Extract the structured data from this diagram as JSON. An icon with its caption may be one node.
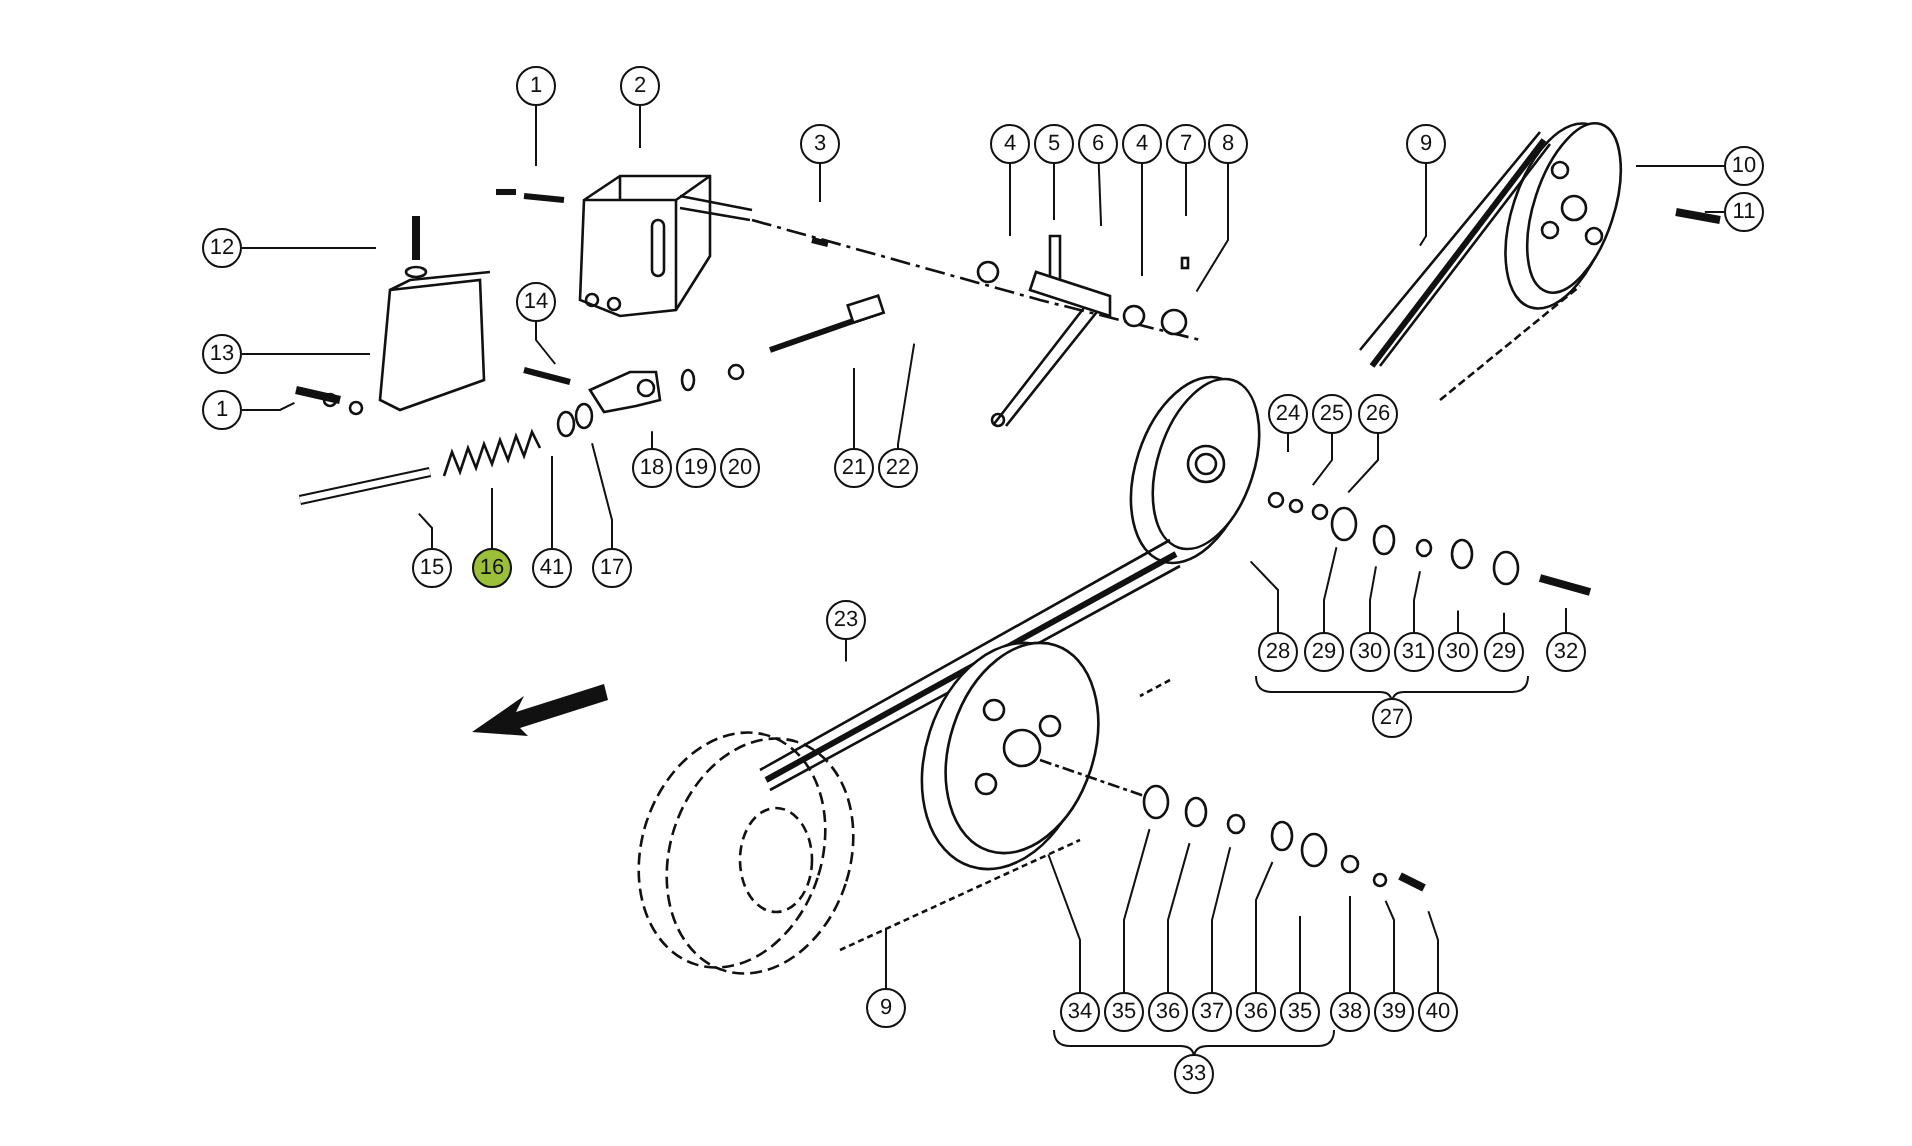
{
  "diagram": {
    "nodes": [
      {
        "text": [
          "1"
        ]
      },
      {
        "text": [
          "2"
        ]
      },
      {
        "text": [
          "3"
        ]
      },
      {
        "text": [
          "4"
        ]
      },
      {
        "text": [
          "5"
        ]
      },
      {
        "text": [
          "6"
        ]
      },
      {
        "text": [
          "4"
        ]
      },
      {
        "text": [
          "7"
        ]
      },
      {
        "text": [
          "8"
        ]
      },
      {
        "text": [
          "9"
        ]
      },
      {
        "text": [
          "10"
        ]
      },
      {
        "text": [
          "11"
        ]
      },
      {
        "text": [
          "12"
        ]
      },
      {
        "text": [
          "13"
        ]
      },
      {
        "text": [
          "14"
        ]
      },
      {
        "text": [
          "1"
        ]
      },
      {
        "text": [
          "15"
        ]
      },
      {
        "text": [
          "16"
        ]
      },
      {
        "text": [
          "41"
        ]
      },
      {
        "text": [
          "17"
        ]
      },
      {
        "text": [
          "18"
        ]
      },
      {
        "text": [
          "19"
        ]
      },
      {
        "text": [
          "20"
        ]
      },
      {
        "text": [
          "21"
        ]
      },
      {
        "text": [
          "22"
        ]
      },
      {
        "text": [
          "23"
        ]
      },
      {
        "text": [
          "24"
        ]
      },
      {
        "text": [
          "25"
        ]
      },
      {
        "text": [
          "26"
        ]
      },
      {
        "text": [
          "28"
        ]
      },
      {
        "text": [
          "29"
        ]
      },
      {
        "text": [
          "30"
        ]
      },
      {
        "text": [
          "31"
        ]
      },
      {
        "text": [
          "30"
        ]
      },
      {
        "text": [
          "29"
        ]
      },
      {
        "text": [
          "32"
        ]
      },
      {
        "text": [
          "27"
        ]
      },
      {
        "text": [
          "9"
        ]
      },
      {
        "text": [
          "34"
        ]
      },
      {
        "text": [
          "35"
        ]
      },
      {
        "text": [
          "36"
        ]
      },
      {
        "text": [
          "37"
        ]
      },
      {
        "text": [
          "36"
        ]
      },
      {
        "text": [
          "35"
        ]
      },
      {
        "text": [
          "38"
        ]
      },
      {
        "text": [
          "39"
        ]
      },
      {
        "text": [
          "40"
        ]
      },
      {
        "text": [
          "33"
        ]
      }
    ],
    "edges": [
      {
        "from": 0,
        "to": null,
        "arrow": "none"
      },
      {
        "from": 1,
        "to": null,
        "arrow": "none"
      },
      {
        "from": 2,
        "to": null,
        "arrow": "none"
      },
      {
        "from": 3,
        "to": null,
        "arrow": "none"
      },
      {
        "from": 4,
        "to": null,
        "arrow": "none"
      },
      {
        "from": 5,
        "to": null,
        "arrow": "none"
      },
      {
        "from": 6,
        "to": null,
        "arrow": "none"
      },
      {
        "from": 7,
        "to": null,
        "arrow": "none"
      },
      {
        "from": 8,
        "to": null,
        "arrow": "none"
      },
      {
        "from": 9,
        "to": null,
        "arrow": "none"
      },
      {
        "from": 10,
        "to": null,
        "arrow": "none"
      },
      {
        "from": 11,
        "to": null,
        "arrow": "none"
      },
      {
        "from": 12,
        "to": null,
        "arrow": "none"
      },
      {
        "from": 13,
        "to": null,
        "arrow": "none"
      },
      {
        "from": 14,
        "to": null,
        "arrow": "none"
      },
      {
        "from": 15,
        "to": null,
        "arrow": "none"
      },
      {
        "from": 16,
        "to": null,
        "arrow": "none"
      },
      {
        "from": 17,
        "to": null,
        "arrow": "none"
      },
      {
        "from": 18,
        "to": null,
        "arrow": "none"
      },
      {
        "from": 19,
        "to": null,
        "arrow": "none"
      },
      {
        "from": 20,
        "to": null,
        "arrow": "none"
      },
      {
        "from": 23,
        "to": null,
        "arrow": "none"
      },
      {
        "from": 24,
        "to": null,
        "arrow": "none"
      },
      {
        "from": 25,
        "to": null,
        "arrow": "none"
      },
      {
        "from": 26,
        "to": null,
        "arrow": "none"
      },
      {
        "from": 27,
        "to": null,
        "arrow": "none"
      },
      {
        "from": 28,
        "to": null,
        "arrow": "none"
      },
      {
        "from": 29,
        "to": null,
        "arrow": "none"
      },
      {
        "from": 30,
        "to": null,
        "arrow": "none"
      },
      {
        "from": 31,
        "to": null,
        "arrow": "none"
      },
      {
        "from": 32,
        "to": null,
        "arrow": "none"
      },
      {
        "from": 33,
        "to": null,
        "arrow": "none"
      },
      {
        "from": 34,
        "to": null,
        "arrow": "none"
      },
      {
        "from": 35,
        "to": null,
        "arrow": "none"
      },
      {
        "from": 37,
        "to": null,
        "arrow": "none"
      },
      {
        "from": 38,
        "to": null,
        "arrow": "none"
      },
      {
        "from": 39,
        "to": null,
        "arrow": "none"
      },
      {
        "from": 40,
        "to": null,
        "arrow": "none"
      },
      {
        "from": 41,
        "to": null,
        "arrow": "none"
      },
      {
        "from": 42,
        "to": null,
        "arrow": "none"
      },
      {
        "from": 43,
        "to": null,
        "arrow": "none"
      },
      {
        "from": 44,
        "to": null,
        "arrow": "none"
      },
      {
        "from": 45,
        "to": null,
        "arrow": "none"
      },
      {
        "from": 46,
        "to": null,
        "arrow": "none"
      }
    ]
  }
}
